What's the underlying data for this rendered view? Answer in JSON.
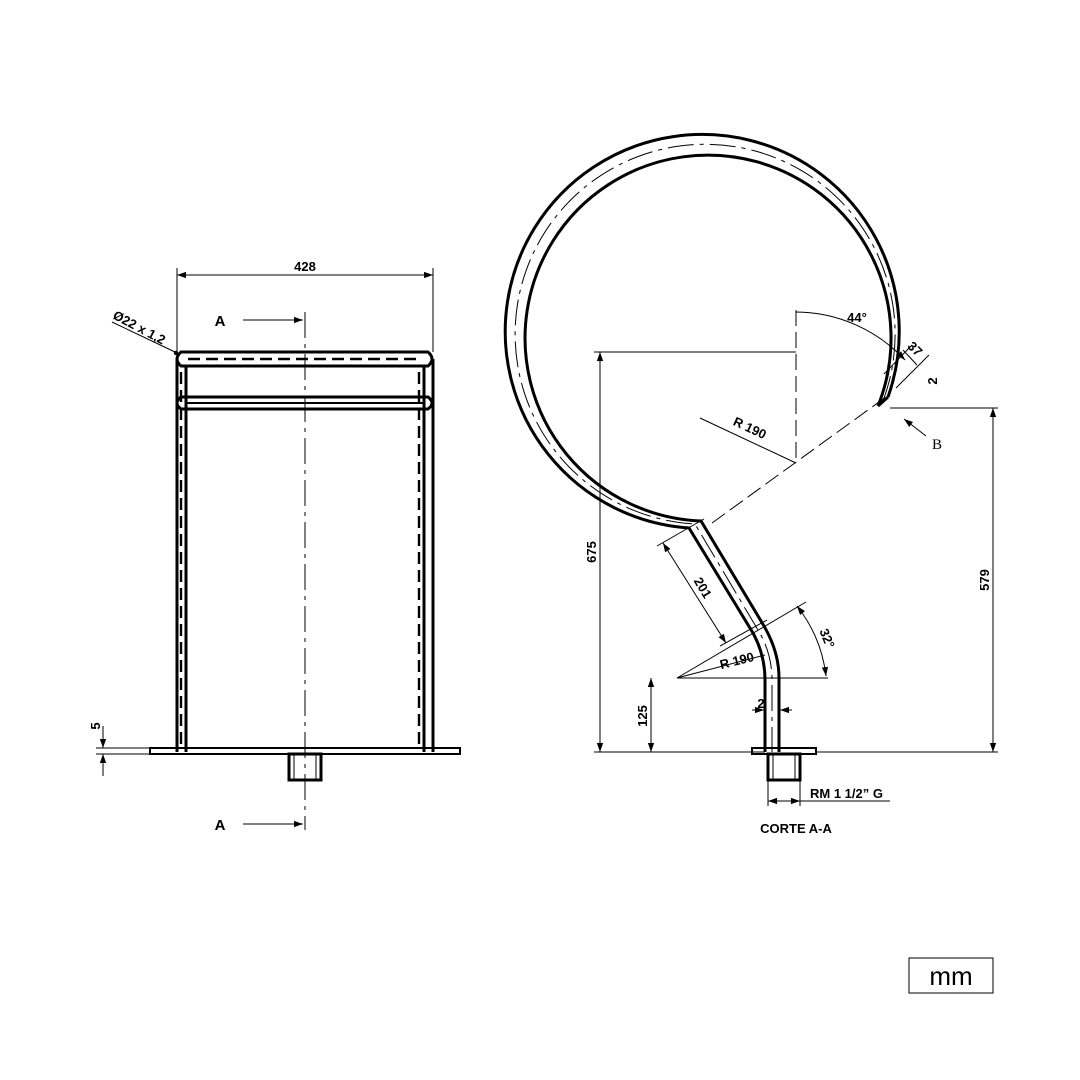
{
  "front_view": {
    "width_dim": "428",
    "tube_spec": "Ø22 x 1,2",
    "section_mark_top": "A",
    "section_mark_bottom": "A",
    "plate_thickness_dim": "5"
  },
  "section_view": {
    "top_angle": "44°",
    "tube_length_dim": "37",
    "tube_wall_dim": "2",
    "detail_mark": "B",
    "upper_radius": "R 190",
    "straight_length": "201",
    "lower_radius": "R 190",
    "lower_angle": "32°",
    "total_height": "675",
    "outlet_height": "579",
    "bend_height": "125",
    "wall_dim": "2",
    "thread_spec": "RM 1 1/2” G",
    "caption": "CORTE A-A"
  },
  "units_label": "mm"
}
